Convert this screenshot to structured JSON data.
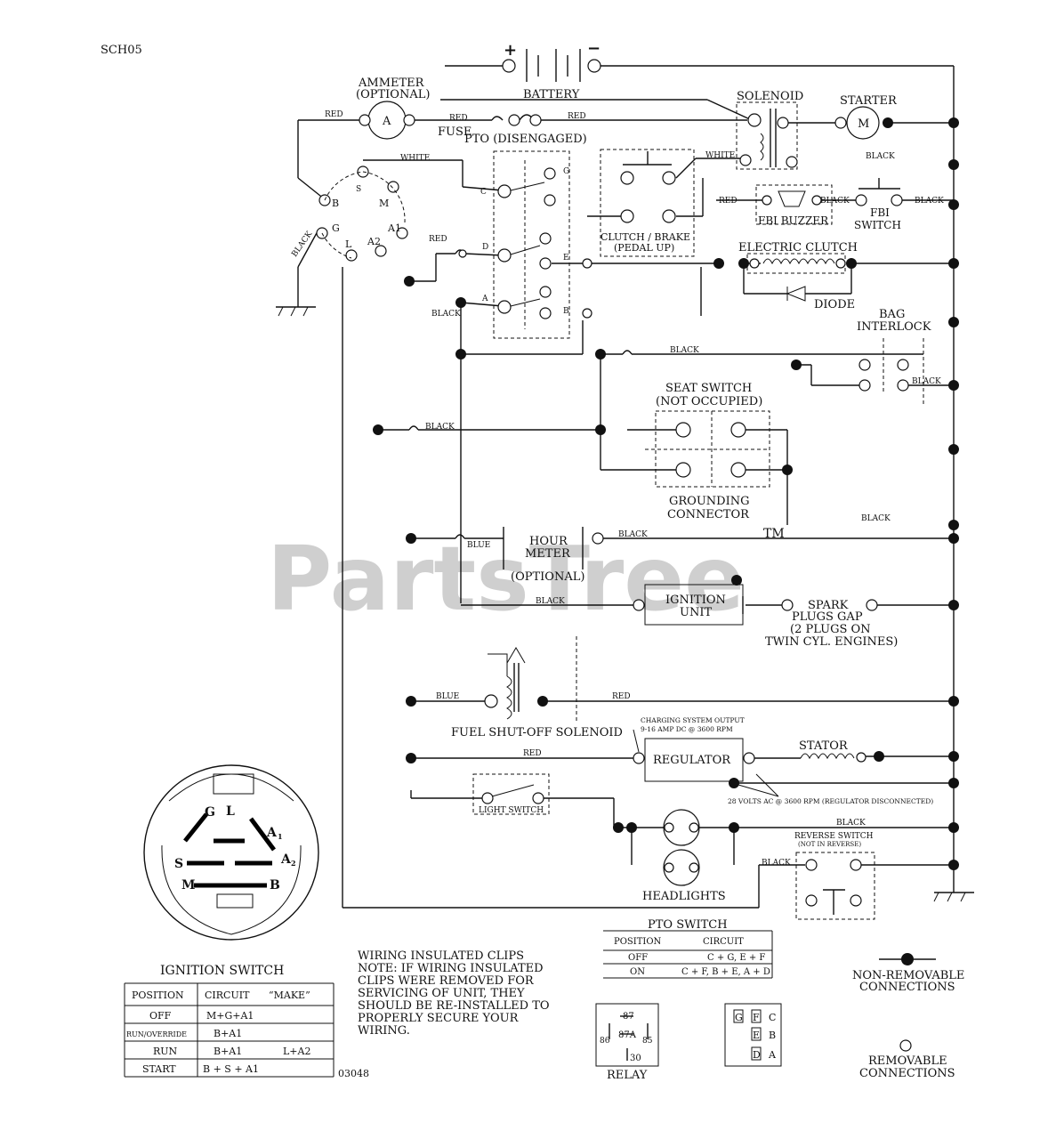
{
  "doc": {
    "code": "SCH05",
    "ref": "03048",
    "watermark": "PartsTree",
    "trademark": "TM"
  },
  "labels": {
    "battery": "BATTERY",
    "plus": "+",
    "minus": "−",
    "ammeter": "AMMETER",
    "ammeter_opt": "(OPTIONAL)",
    "ammeter_letter": "A",
    "fuse": "FUSE",
    "solenoid": "SOLENOID",
    "starter": "STARTER",
    "starter_letter": "M",
    "pto": "PTO (DISENGAGED)",
    "clutch_brake": "CLUTCH / BRAKE",
    "pedal_up": "(PEDAL UP)",
    "fbi_buzzer": "FBI BUZZER",
    "fbi": "FBI",
    "switch": "SWITCH",
    "electric_clutch": "ELECTRIC CLUTCH",
    "diode": "DIODE",
    "bag": "BAG",
    "interlock": "INTERLOCK",
    "seat_switch": "SEAT SWITCH",
    "not_occupied": "(NOT OCCUPIED)",
    "grounding": "GROUNDING",
    "connector": "CONNECTOR",
    "hour": "HOUR",
    "meter": "METER",
    "hour_opt": "(OPTIONAL)",
    "ignition": "IGNITION",
    "unit": "UNIT",
    "spark": "SPARK",
    "plugs_gap": "PLUGS GAP",
    "two_plugs": "(2 PLUGS ON",
    "twin_cyl": "TWIN CYL. ENGINES)",
    "fuel_solenoid": "FUEL SHUT-OFF SOLENOID",
    "charging1": "CHARGING SYSTEM OUTPUT",
    "charging2": "9-16 AMP DC @ 3600 RPM",
    "regulator": "REGULATOR",
    "stator": "STATOR",
    "volts_ac": "28 VOLTS AC @ 3600 RPM (REGULATOR DISCONNECTED)",
    "light_switch": "LIGHT SWITCH",
    "headlights": "HEADLIGHTS",
    "reverse_switch": "REVERSE SWITCH",
    "not_in_reverse": "(NOT IN REVERSE)",
    "ign_switch": "IGNITION SWITCH",
    "wiring_clips": "WIRING INSULATED CLIPS",
    "note_lines": [
      "NOTE: IF WIRING INSULATED",
      "CLIPS WERE REMOVED FOR",
      "SERVICING OF UNIT, THEY",
      "SHOULD BE RE-INSTALLED TO",
      "PROPERLY SECURE YOUR",
      "WIRING."
    ],
    "relay": "RELAY",
    "relay_pins": [
      "87",
      "87A",
      "86",
      "85",
      "30"
    ],
    "connector_letters": [
      "G",
      "F",
      "C",
      "E",
      "B",
      "D",
      "A"
    ],
    "non_removable": [
      "NON-REMOVABLE",
      "CONNECTIONS"
    ],
    "removable": [
      "REMOVABLE",
      "CONNECTIONS"
    ],
    "ign_terms": {
      "S": "S",
      "B": "B",
      "M": "M",
      "G": "G",
      "L": "L",
      "A2": "A2",
      "A1": "A1"
    },
    "pto_terms": {
      "C": "C",
      "D": "D",
      "A": "A",
      "G": "G",
      "E": "E",
      "B": "B"
    },
    "ign_face": {
      "G": "G",
      "L": "L",
      "A1": "A",
      "A1s": "1",
      "A2": "A",
      "A2s": "2",
      "S": "S",
      "M": "M",
      "B": "B"
    }
  },
  "wire_colors": {
    "red": "RED",
    "white": "WHITE",
    "black": "BLACK",
    "blue": "BLUE",
    "blue_fuel": "BLUE"
  },
  "ignition_table": {
    "headers": [
      "POSITION",
      "CIRCUIT",
      "“MAKE”"
    ],
    "rows": [
      {
        "position": "OFF",
        "circuit": "M+G+A1",
        "make": ""
      },
      {
        "position": "RUN/OVERRIDE",
        "circuit": "B+A1",
        "make": ""
      },
      {
        "position": "RUN",
        "circuit": "B+A1",
        "make": "L+A2"
      },
      {
        "position": "START",
        "circuit": "B + S + A1",
        "make": ""
      }
    ]
  },
  "pto_table": {
    "title": "PTO SWITCH",
    "headers": [
      "POSITION",
      "CIRCUIT"
    ],
    "rows": [
      {
        "position": "OFF",
        "circuit": "C + G, E + F"
      },
      {
        "position": "ON",
        "circuit": "C + F, B + E, A + D"
      }
    ]
  }
}
